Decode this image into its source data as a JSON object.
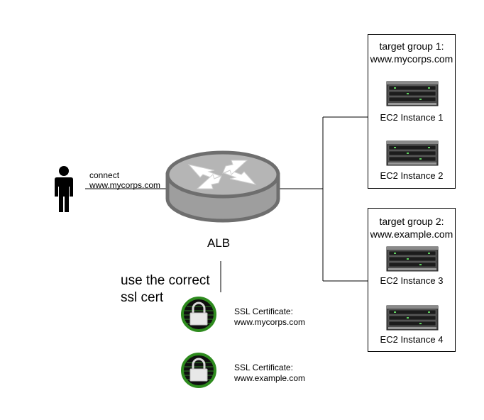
{
  "user": {
    "icon": "person-icon",
    "connect_label": "connect",
    "connect_url": "www.mycorps.com"
  },
  "alb": {
    "icon": "router-icon",
    "label": "ALB"
  },
  "ssl_note": {
    "line1": "use the correct",
    "line2": "ssl cert"
  },
  "certificates": [
    {
      "icon": "padlock-icon",
      "title": "SSL Certificate:",
      "domain": "www.mycorps.com"
    },
    {
      "icon": "padlock-icon",
      "title": "SSL Certificate:",
      "domain": "www.example.com"
    }
  ],
  "target_groups": [
    {
      "title": "target group 1:",
      "domain": "www.mycorps.com",
      "instances": [
        {
          "icon": "server-icon",
          "label": "EC2 Instance 1"
        },
        {
          "icon": "server-icon",
          "label": "EC2 Instance 2"
        }
      ]
    },
    {
      "title": "target group 2:",
      "domain": "www.example.com",
      "instances": [
        {
          "icon": "server-icon",
          "label": "EC2 Instance 3"
        },
        {
          "icon": "server-icon",
          "label": "EC2 Instance 4"
        }
      ]
    }
  ],
  "colors": {
    "router_body": "#a9a9a9",
    "router_outline": "#6e6e6e",
    "lock_green": "#2e8b1e",
    "server_dark": "#3a3a3a"
  }
}
